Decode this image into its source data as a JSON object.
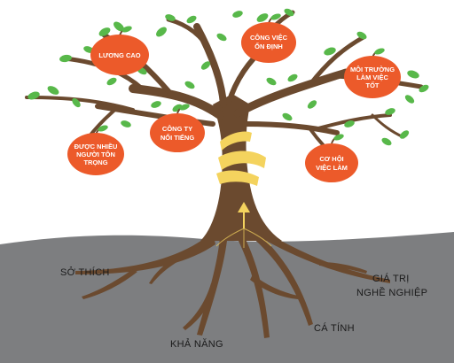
{
  "colors": {
    "ground": "#7d7e80",
    "trunk": "#6b4a2f",
    "fruit": "#ec5a2a",
    "leaf": "#58b84a",
    "ribbon": "#f4d35e"
  },
  "fruits": [
    {
      "id": "luong-cao",
      "lines": [
        "LƯƠNG CAO"
      ]
    },
    {
      "id": "cong-viec-on-dinh",
      "lines": [
        "CÔNG VIỆC",
        "ỔN ĐỊNH"
      ]
    },
    {
      "id": "moi-truong-lam-viec-tot",
      "lines": [
        "MÔI TRƯỜNG",
        "LÀM VIỆC",
        "TỐT"
      ]
    },
    {
      "id": "cong-ty-noi-tieng",
      "lines": [
        "CÔNG TY",
        "NỔI TIẾNG"
      ]
    },
    {
      "id": "duoc-nhieu-nguoi-ton-trong",
      "lines": [
        "ĐƯỢC NHIỀU",
        "NGƯỜI TÔN",
        "TRỌNG"
      ]
    },
    {
      "id": "co-hoi-viec-lam",
      "lines": [
        "CƠ HỘI",
        "VIỆC LÀM"
      ]
    }
  ],
  "roots": {
    "so_thich": "SỞ THÍCH",
    "kha_nang": "KHẢ NĂNG",
    "ca_tinh": "CÁ TÍNH",
    "gia_tri_line1": "GIÁ TRỊ",
    "gia_tri_line2": "NGHỀ NGHIỆP"
  }
}
